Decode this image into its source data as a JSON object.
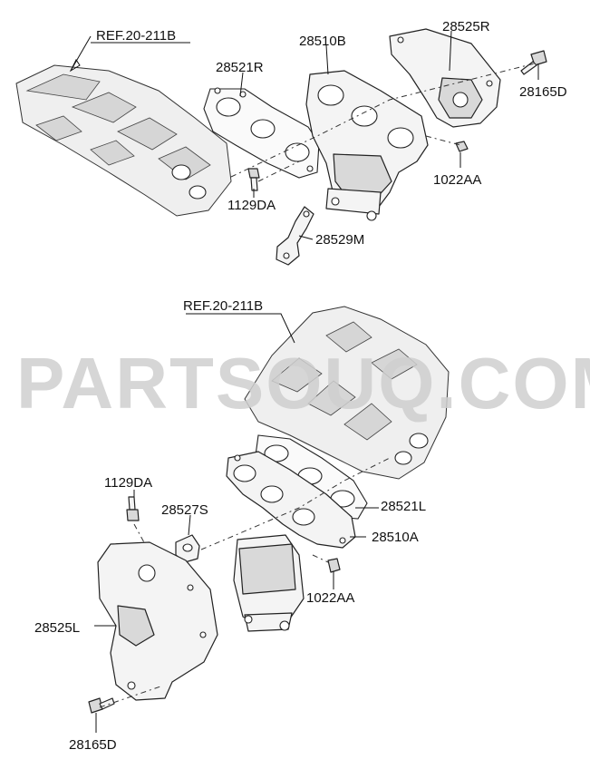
{
  "watermark": "PARTSOUQ.COM",
  "labels": {
    "ref_top": "REF.20-211B",
    "ref_bottom": "REF.20-211B",
    "p28521R": "28521R",
    "p28510B": "28510B",
    "p28525R": "28525R",
    "p28165D_top": "28165D",
    "p1022AA_top": "1022AA",
    "p1129DA_top": "1129DA",
    "p28529M": "28529M",
    "p1129DA_bottom": "1129DA",
    "p28527S": "28527S",
    "p28521L": "28521L",
    "p28510A": "28510A",
    "p1022AA_bottom": "1022AA",
    "p28525L": "28525L",
    "p28165D_bottom": "28165D"
  }
}
